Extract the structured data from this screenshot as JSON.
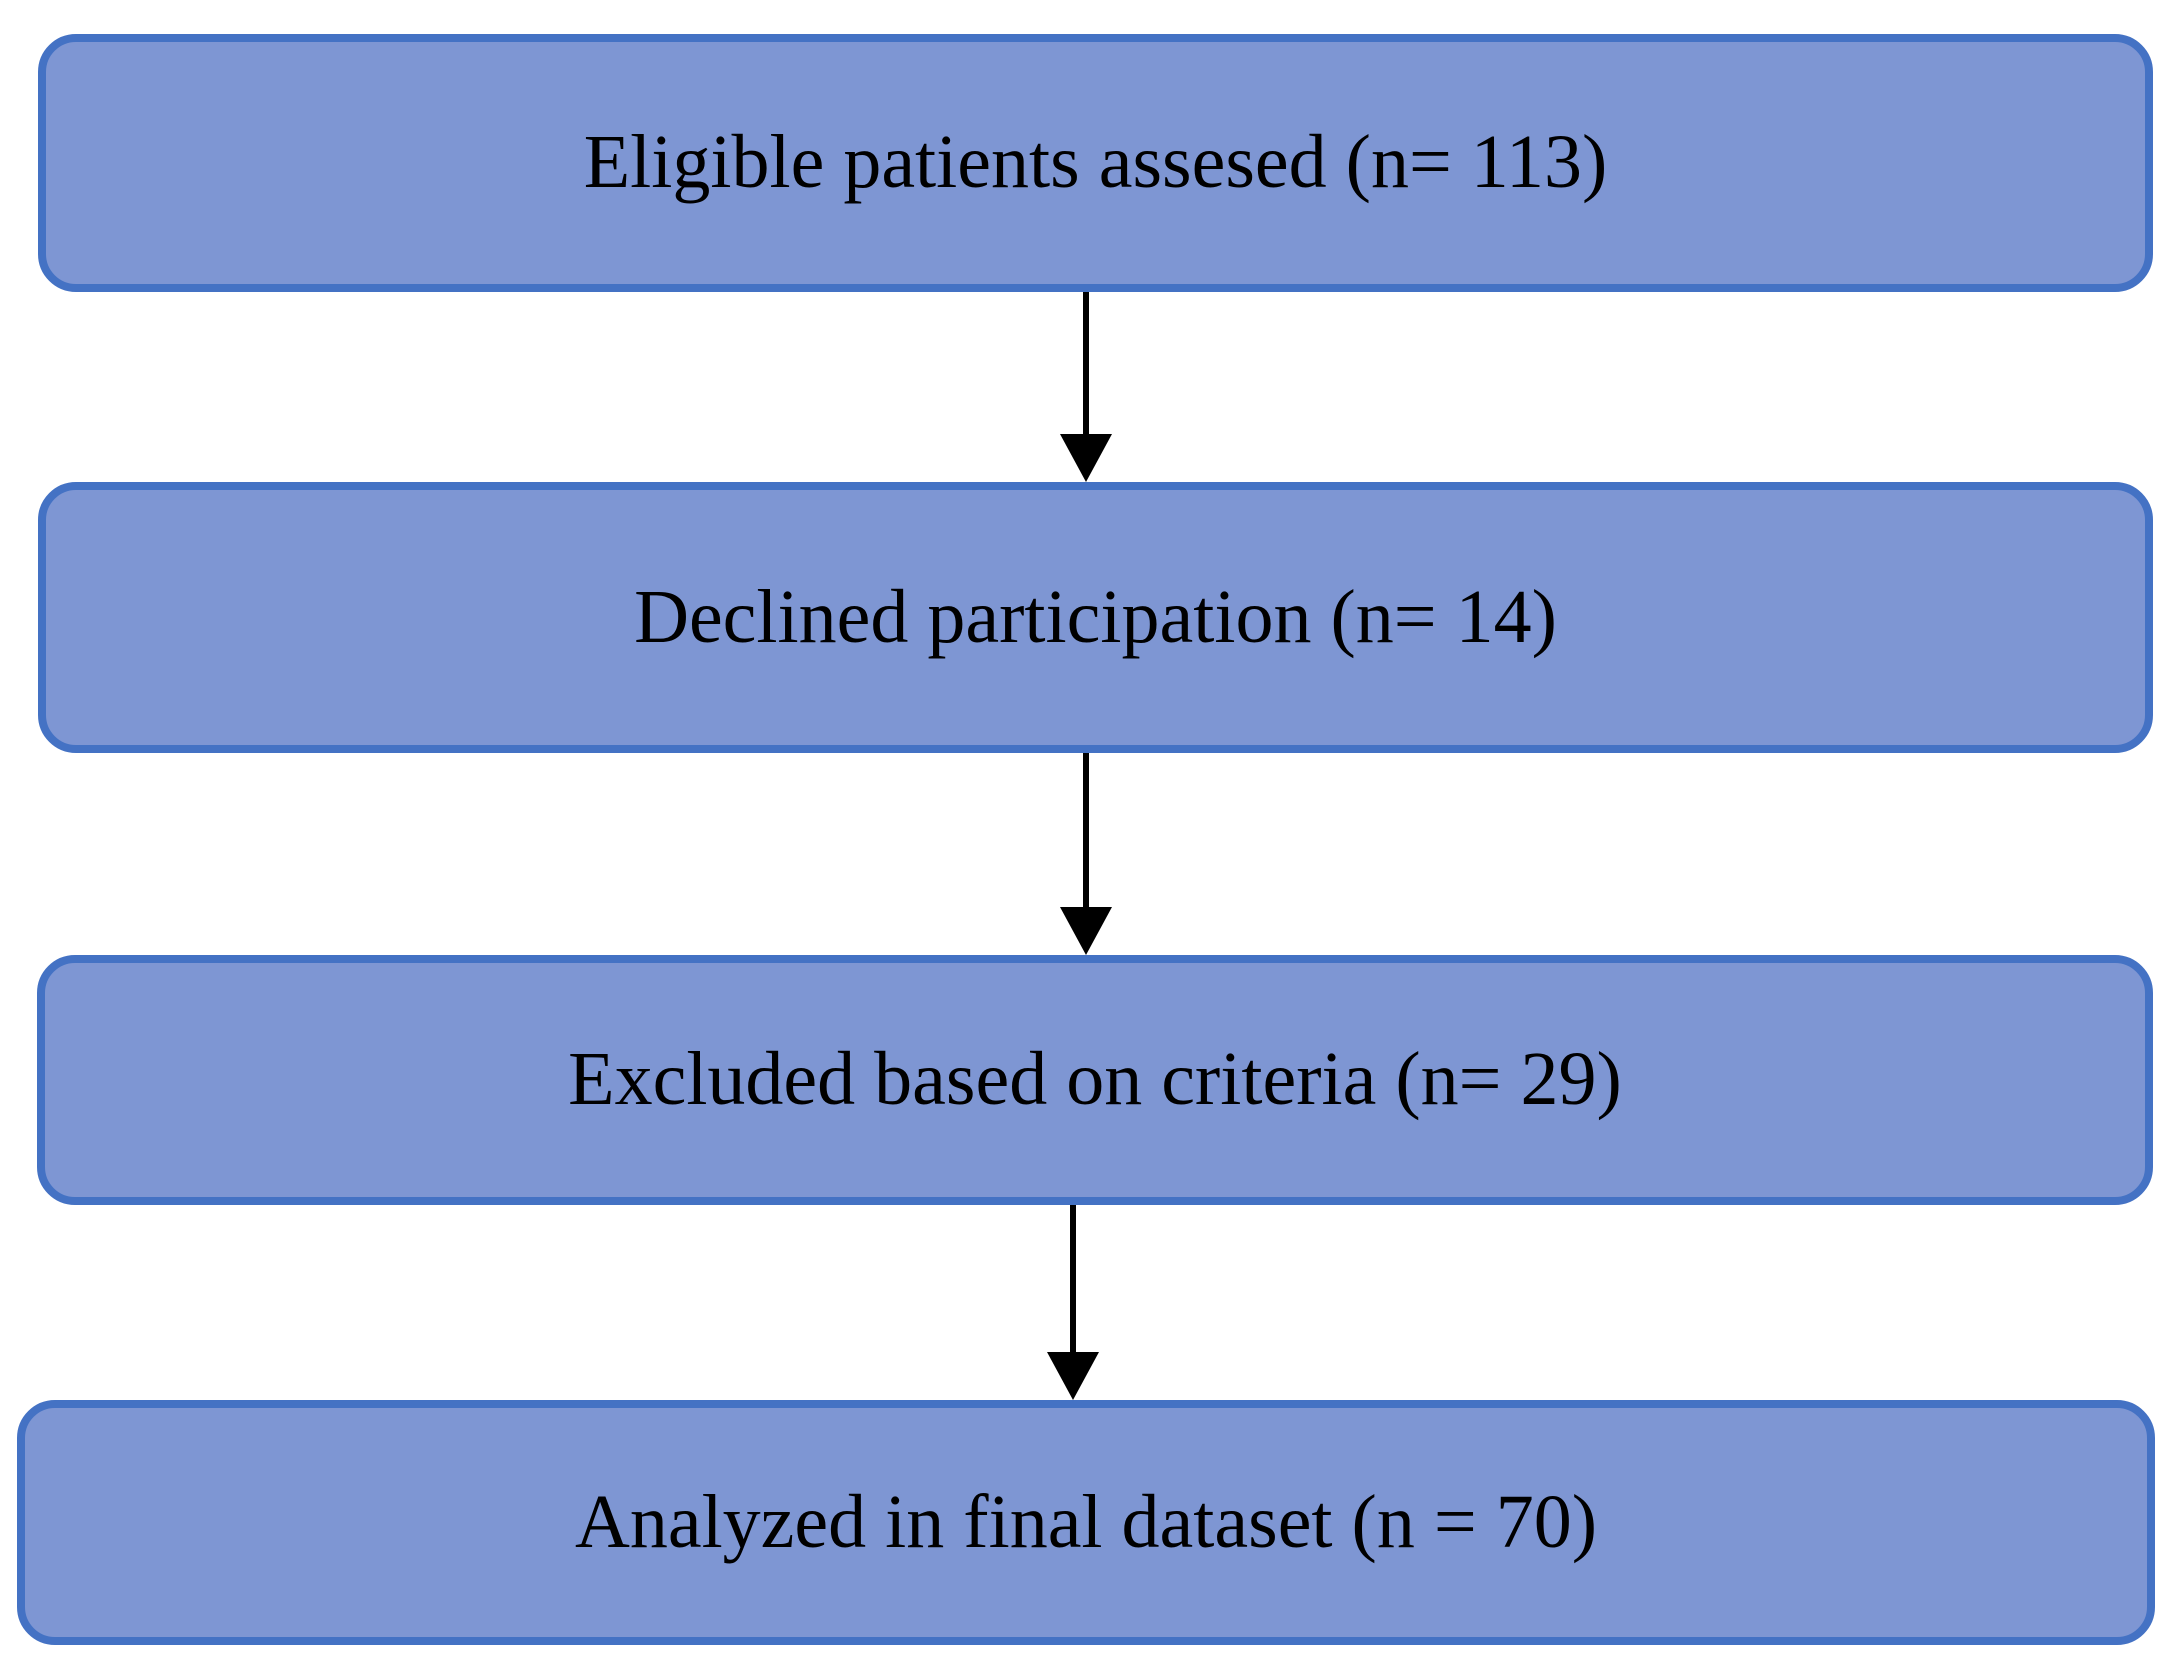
{
  "diagram": {
    "type": "flowchart",
    "direction": "top-down",
    "colors": {
      "node_fill": "#7E96D3",
      "node_border": "#4472C4",
      "arrow": "#000000",
      "text": "#000000",
      "background": "#FFFFFF"
    },
    "nodes": [
      {
        "id": "assessed",
        "label": "Eligible patients assesed (n= 113)",
        "n": 113
      },
      {
        "id": "declined",
        "label": "Declined participation (n= 14)",
        "n": 14
      },
      {
        "id": "excluded",
        "label": "Excluded based on criteria (n= 29)",
        "n": 29
      },
      {
        "id": "analyzed",
        "label": "Analyzed in final dataset (n = 70)",
        "n": 70
      }
    ],
    "edges": [
      {
        "from": "assessed",
        "to": "declined"
      },
      {
        "from": "declined",
        "to": "excluded"
      },
      {
        "from": "excluded",
        "to": "analyzed"
      }
    ]
  }
}
